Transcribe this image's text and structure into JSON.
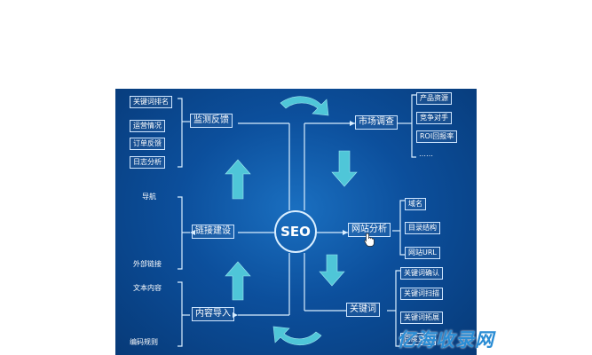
{
  "center": "SEO",
  "nodes": {
    "monitor": "监测反馈",
    "market": "市场调查",
    "link": "链接建设",
    "site_analysis": "网站分析",
    "content": "内容导入",
    "keyword": "关键词"
  },
  "monitor_items": [
    "关键词排名",
    "运营情况",
    "订单反馈",
    "日志分析"
  ],
  "market_items": [
    "产品资源",
    "竞争对手",
    "ROI回报率",
    "……"
  ],
  "link_items": [
    "导航",
    "外部链接"
  ],
  "site_items": [
    "域名",
    "目录结构",
    "网站URL"
  ],
  "content_items": [
    "文本内容",
    "编码规则"
  ],
  "keyword_items": [
    "关键词确认",
    "关键词扫描",
    "关键词拓展",
    "百度竞价"
  ],
  "watermark": "亿海收录网",
  "colors": {
    "background": "#0c4f9c",
    "line": "#d9eeff",
    "arrow": "#4fc6d8"
  }
}
